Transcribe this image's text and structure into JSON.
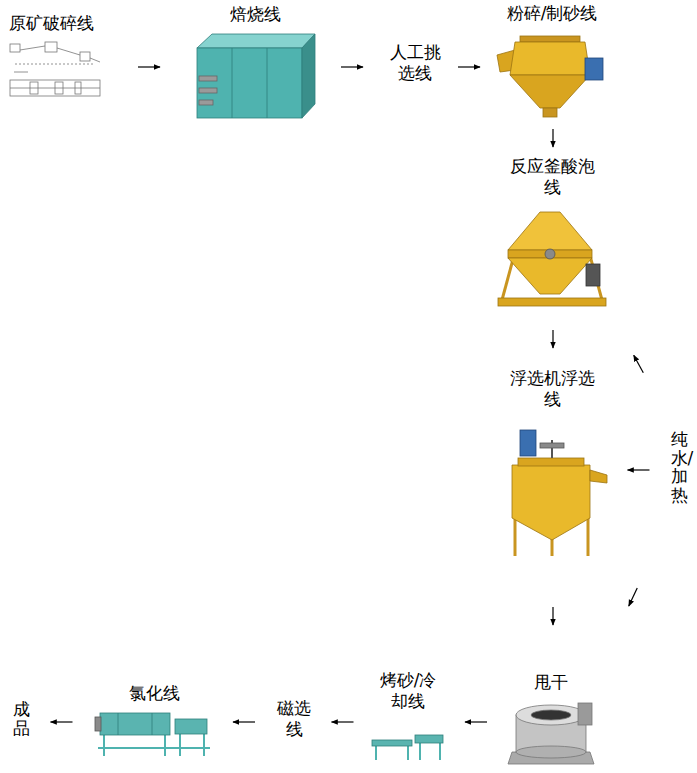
{
  "diagram": {
    "nodes": [
      {
        "text": [
          "原矿破碎线"
        ]
      },
      {
        "text": [
          "焙烧线"
        ]
      },
      {
        "text": [
          "人工挑 选线"
        ]
      },
      {
        "text": [
          "粉碎/制砂线"
        ]
      },
      {
        "text": [
          "反应釜酸泡 线"
        ]
      },
      {
        "text": [
          "浮选机浮选 线"
        ]
      },
      {
        "text": [
          "纯水/加热"
        ]
      },
      {
        "text": [
          "甩干"
        ]
      },
      {
        "text": [
          "烤砂/冷 却线"
        ]
      },
      {
        "text": [
          "磁选 线"
        ]
      },
      {
        "text": [
          "氯化线"
        ]
      },
      {
        "text": [
          "成品"
        ]
      }
    ],
    "edges": [
      {
        "from": 0,
        "to": 1,
        "arrow": "to"
      },
      {
        "from": 1,
        "to": 2,
        "arrow": "to"
      },
      {
        "from": 2,
        "to": 3,
        "arrow": "to"
      },
      {
        "from": 3,
        "to": 4,
        "arrow": "to"
      },
      {
        "from": 4,
        "to": 5,
        "arrow": "to"
      },
      {
        "from": 6,
        "to": 4,
        "arrow": "to"
      },
      {
        "from": 6,
        "to": 5,
        "arrow": "to"
      },
      {
        "from": 5,
        "to": 7,
        "arrow": "to"
      },
      {
        "from": 6,
        "to": 7,
        "arrow": "to"
      },
      {
        "from": 7,
        "to": 8,
        "arrow": "to"
      },
      {
        "from": 8,
        "to": 9,
        "arrow": "to"
      },
      {
        "from": 9,
        "to": 10,
        "arrow": "to"
      },
      {
        "from": 10,
        "to": 11,
        "arrow": "to"
      }
    ]
  }
}
